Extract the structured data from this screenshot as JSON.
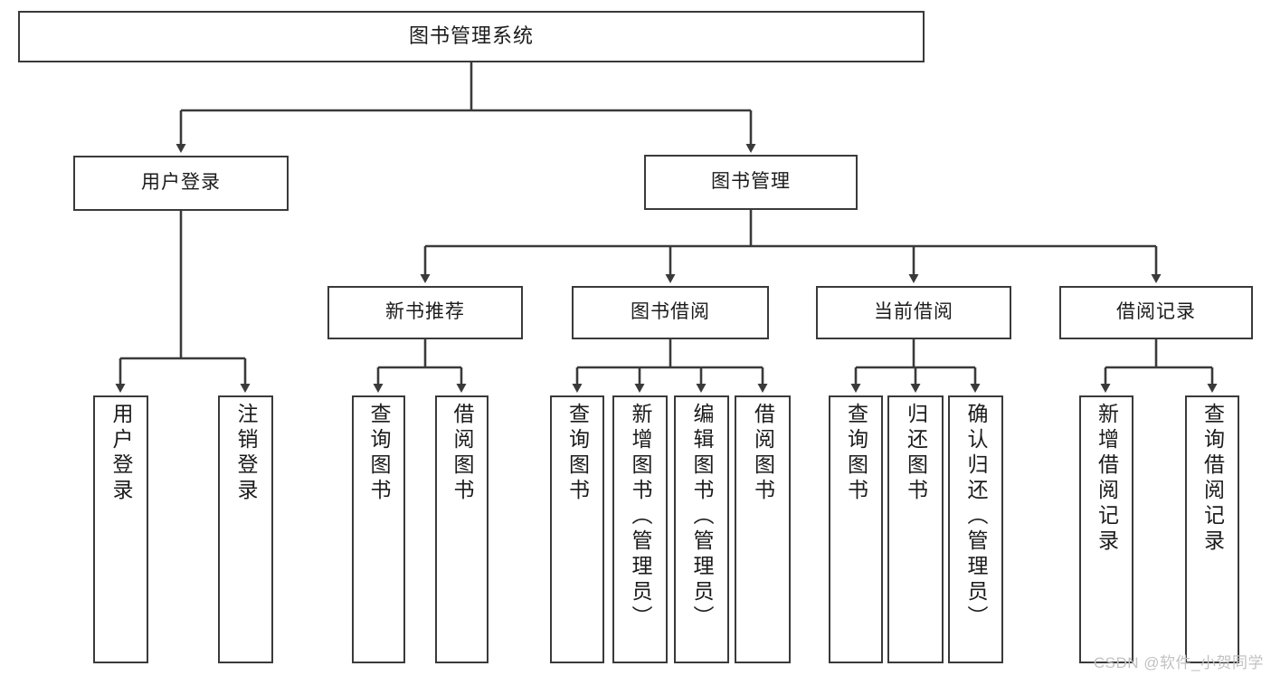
{
  "diagram": {
    "type": "tree",
    "title": "图书管理系统",
    "orientation": "top-down",
    "line_color": "#3a3a3a",
    "box_fill": "#ffffff",
    "text_color": "#1b1b1b"
  },
  "nodes": {
    "root": {
      "label": "图书管理系统"
    },
    "level2": [
      {
        "label": "用户登录"
      },
      {
        "label": "图书管理"
      }
    ],
    "level3": [
      {
        "label": "新书推荐"
      },
      {
        "label": "图书借阅"
      },
      {
        "label": "当前借阅"
      },
      {
        "label": "借阅记录"
      }
    ],
    "leaves": {
      "user_login": [
        {
          "label": "用户登录"
        },
        {
          "label": "注销登录"
        }
      ],
      "new_book": [
        {
          "label": "查询图书"
        },
        {
          "label": "借阅图书"
        }
      ],
      "book_borrow": [
        {
          "label": "查询图书"
        },
        {
          "label": "新增图书（管理员）"
        },
        {
          "label": "编辑图书（管理员）"
        },
        {
          "label": "借阅图书"
        }
      ],
      "current_borrow": [
        {
          "label": "查询图书"
        },
        {
          "label": "归还图书"
        },
        {
          "label": "确认归还（管理员）"
        }
      ],
      "borrow_record": [
        {
          "label": "新增借阅记录"
        },
        {
          "label": "查询借阅记录"
        }
      ]
    }
  },
  "watermark": {
    "text": "CSDN @软件_小贺同学"
  }
}
